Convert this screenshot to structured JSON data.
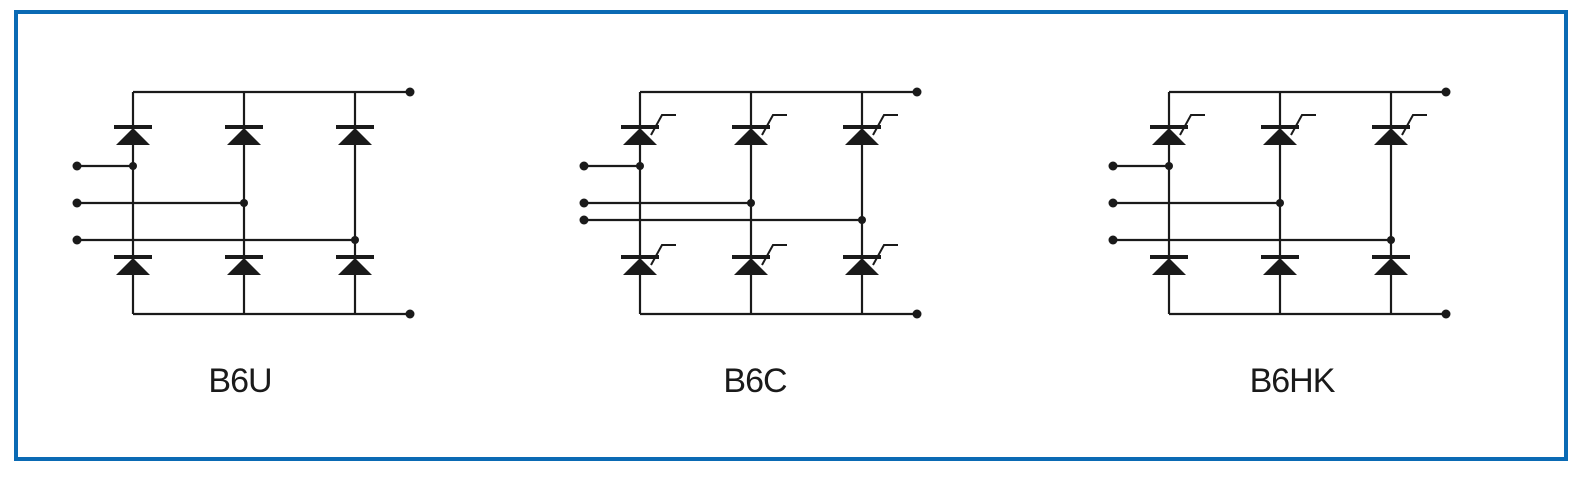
{
  "frame": {
    "border_color": "#0a6ab4"
  },
  "circuits": [
    {
      "label": "B6U",
      "device": "diode",
      "upper_gates": false,
      "lower_gates": false
    },
    {
      "label": "B6C",
      "device": "thyristor",
      "upper_gates": true,
      "lower_gates": true
    },
    {
      "label": "B6HK",
      "device": "half-controlled",
      "upper_gates": true,
      "lower_gates": false
    }
  ],
  "colors": {
    "wire": "#1a1a1a",
    "background": "#ffffff"
  }
}
